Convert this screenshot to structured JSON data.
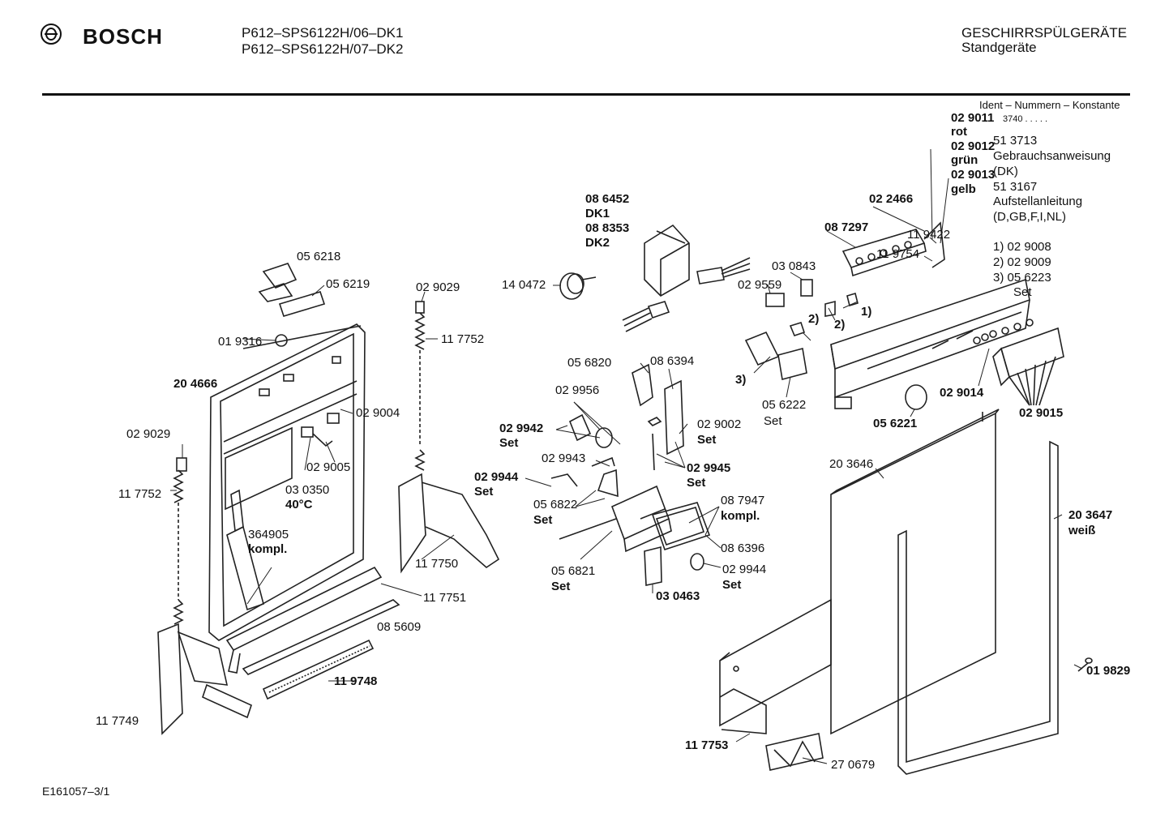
{
  "header": {
    "brand": "BOSCH",
    "model_line_1": "P612–SPS6122H/06–DK1",
    "model_line_2": "P612–SPS6122H/07–DK2",
    "category": "GESCHIRRSPÜLGERÄTE",
    "subcategory": "Standgeräte"
  },
  "legend": {
    "title": "Ident – Nummern – Konstante",
    "code_1": "02 9011",
    "code_1_note": "3740  .  .  .  .  .",
    "color_1": "rot",
    "code_2": "02 9012",
    "color_2": "grün",
    "code_3": "02 9013",
    "color_3": "gelb",
    "doc_1_num": "51 3713",
    "doc_1_name": "Gebrauchsanweisung",
    "doc_1_lang": "(DK)",
    "doc_2_num": "51 3167",
    "doc_2_name": "Aufstellanleitung",
    "doc_2_lang": "(D,GB,F,I,NL)",
    "note_1": "1)  02 9008",
    "note_2": "2)  02 9009",
    "note_3": "3)  05 6223",
    "note_3_sub": "Set"
  },
  "parts": {
    "p_086452": "08 6452",
    "p_dk1": "DK1",
    "p_088353": "08 8353",
    "p_dk2": "DK2",
    "p_140472": "14 0472",
    "p_056218": "05 6218",
    "p_056219": "05 6219",
    "p_019316": "01 9316",
    "p_204666": "20 4666",
    "p_029029_a": "02 9029",
    "p_117752_a": "11 7752",
    "p_029029_b": "02 9029",
    "p_117752_b": "11 7752",
    "p_029004": "02 9004",
    "p_029005": "02 9005",
    "p_030350": "03 0350",
    "p_40c": "40°C",
    "p_364905": "364905",
    "p_kompl_a": "kompl.",
    "p_117750": "11 7750",
    "p_117751": "11 7751",
    "p_085609": "08 5609",
    "p_119748": "11 9748",
    "p_117749": "11 7749",
    "p_056820": "05 6820",
    "p_086394": "08 6394",
    "p_029956": "02 9956",
    "p_029942": "02 9942",
    "p_set_a": "Set",
    "p_029002": "02 9002",
    "p_set_b": "Set",
    "p_029943": "02 9943",
    "p_029945": "02 9945",
    "p_set_c": "Set",
    "p_029944_a": "02 9944",
    "p_set_d": "Set",
    "p_056822": "05 6822",
    "p_set_e": "Set",
    "p_087947": "08 7947",
    "p_kompl_b": "kompl.",
    "p_086396": "08 6396",
    "p_029944_b": "02 9944",
    "p_set_f": "Set",
    "p_056821": "05 6821",
    "p_set_g": "Set",
    "p_030463": "03 0463",
    "p_022466": "02 2466",
    "p_087297": "08 7297",
    "p_119422": "11 9422",
    "p_119754": "11 9754",
    "p_030843": "03 0843",
    "p_029559": "02 9559",
    "n_1": "1)",
    "n_2a": "2)",
    "n_2b": "2)",
    "n_3": "3)",
    "p_056222": "05 6222",
    "p_set_h": "Set",
    "p_056221": "05 6221",
    "p_029014": "02 9014",
    "p_029015": "02 9015",
    "p_203646": "20 3646",
    "p_203647": "20 3647",
    "p_weiss": "weiß",
    "p_019829": "01 9829",
    "p_117753": "11 7753",
    "p_270679": "27 0679"
  },
  "footer": {
    "drawing_id": "E161057–3/1"
  }
}
